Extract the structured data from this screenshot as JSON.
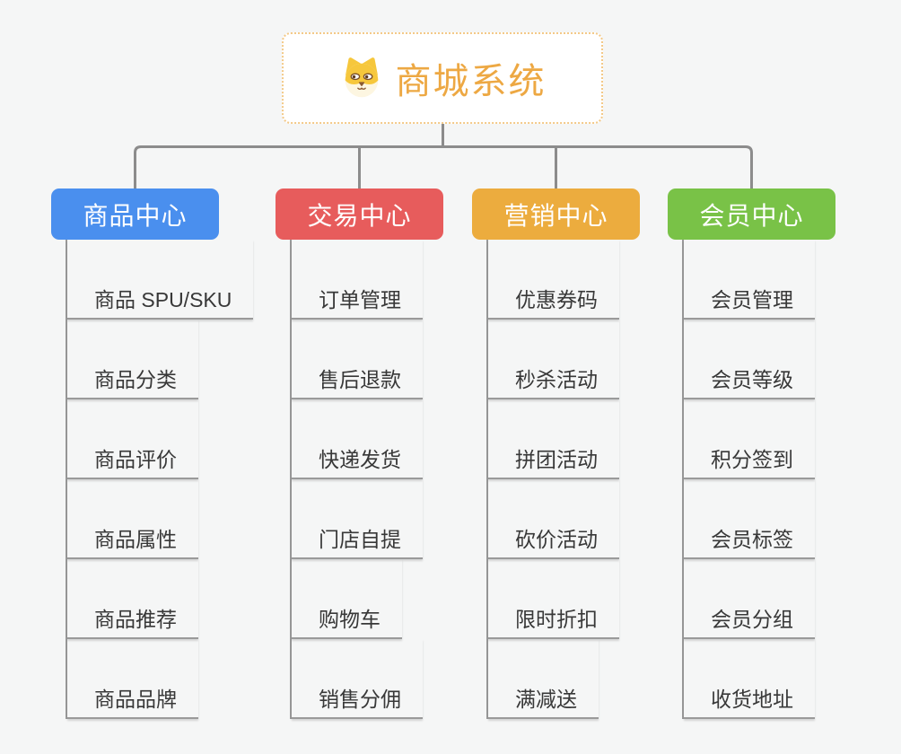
{
  "canvas": {
    "background": "#f5f6f6"
  },
  "root": {
    "title": "商城系统",
    "icon": "dog-icon",
    "title_color": "#eda843",
    "border_color": "#f3c988"
  },
  "connectors": {
    "color": "#8c8c8c"
  },
  "branches": [
    {
      "id": "product-center",
      "label": "商品中心",
      "color": "#4a8fee",
      "items": [
        "商品 SPU/SKU",
        "商品分类",
        "商品评价",
        "商品属性",
        "商品推荐",
        "商品品牌"
      ]
    },
    {
      "id": "trade-center",
      "label": "交易中心",
      "color": "#e75c5c",
      "items": [
        "订单管理",
        "售后退款",
        "快递发货",
        "门店自提",
        "购物车",
        "销售分佣"
      ]
    },
    {
      "id": "marketing-center",
      "label": "营销中心",
      "color": "#ecac3e",
      "items": [
        "优惠券码",
        "秒杀活动",
        "拼团活动",
        "砍价活动",
        "限时折扣",
        "满减送"
      ]
    },
    {
      "id": "member-center",
      "label": "会员中心",
      "color": "#79c247",
      "items": [
        "会员管理",
        "会员等级",
        "积分签到",
        "会员标签",
        "会员分组",
        "收货地址"
      ]
    }
  ]
}
